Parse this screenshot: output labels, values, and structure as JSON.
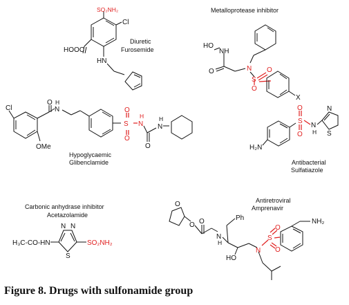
{
  "caption": "Figure 8. Drugs with sulfonamide group",
  "drugs": {
    "furosemide": {
      "class": "Diuretic",
      "name": "Furosemide",
      "labels": {
        "so2nh2": "SO₂NH₂",
        "cl": "Cl",
        "cooh": "HOOC",
        "hn": "HN"
      }
    },
    "metalloprotease": {
      "class": "Metalloprotease inhibitor",
      "labels": {
        "ho": "HO",
        "nh": "NH",
        "n": "N",
        "s": "S",
        "o1": "O",
        "o2": "O",
        "o3": "O",
        "x": "X"
      }
    },
    "glibenclamide": {
      "class": "Hypoglycaemic",
      "name": "Glibenclamide",
      "labels": {
        "cl": "Cl",
        "h": "H",
        "n": "N",
        "o": "O",
        "ome": "OMe",
        "s": "S",
        "o_s1": "O",
        "o_s2": "O",
        "nh1": "N",
        "h1": "H",
        "nh2": "N",
        "h2": "H",
        "o_urea": "O"
      }
    },
    "sulfatiazole": {
      "class": "Antibacterial",
      "name": "Sulfatiazole",
      "labels": {
        "h2n": "H₂N",
        "s": "S",
        "o1": "O",
        "o2": "O",
        "n": "N",
        "h": "H",
        "n_ring": "N",
        "s_ring": "S"
      }
    },
    "acetazolamide": {
      "class": "Carbonic anhydrase inhibitor",
      "name": "Acetazolamide",
      "labels": {
        "acyl": "H₃C-CO-HN",
        "n1": "N",
        "n2": "N",
        "s": "S",
        "so2nh2": "SO₂NH₂"
      }
    },
    "amprenavir": {
      "class": "Antiretroviral",
      "name": "Amprenavir",
      "labels": {
        "o_ring": "O",
        "o_ester": "O",
        "o_carb": "O",
        "nh": "N",
        "h": "H",
        "ph": "Ph",
        "ho": "HO",
        "n": "N",
        "s": "S",
        "o1": "O",
        "o2": "O",
        "nh2": "NH₂"
      }
    }
  }
}
